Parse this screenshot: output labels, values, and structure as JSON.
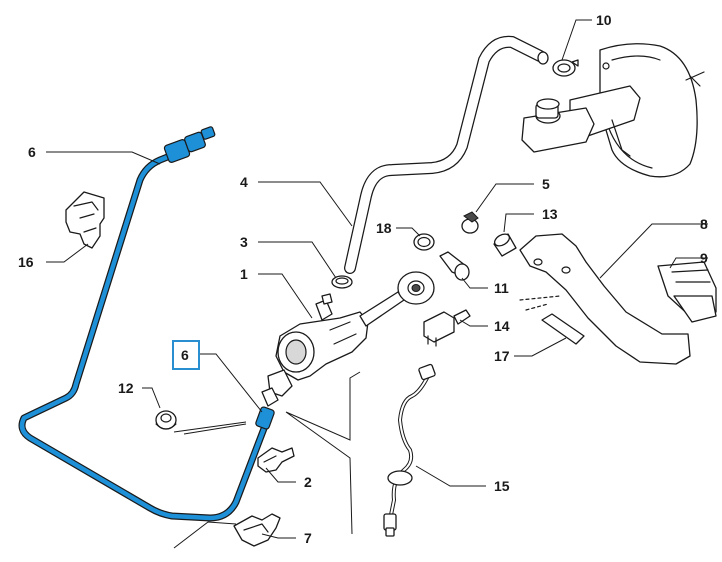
{
  "accent_color": "#1e90d8",
  "highlight_box_color": "#2a8fd0",
  "labels": {
    "p1": "1",
    "p2": "2",
    "p3": "3",
    "p4": "4",
    "p5": "5",
    "p6a": "6",
    "p6b": "6",
    "p7": "7",
    "p8": "8",
    "p9": "9",
    "p10": "10",
    "p11": "11",
    "p12": "12",
    "p13": "13",
    "p14": "14",
    "p15": "15",
    "p16": "16",
    "p17": "17",
    "p18": "18"
  }
}
